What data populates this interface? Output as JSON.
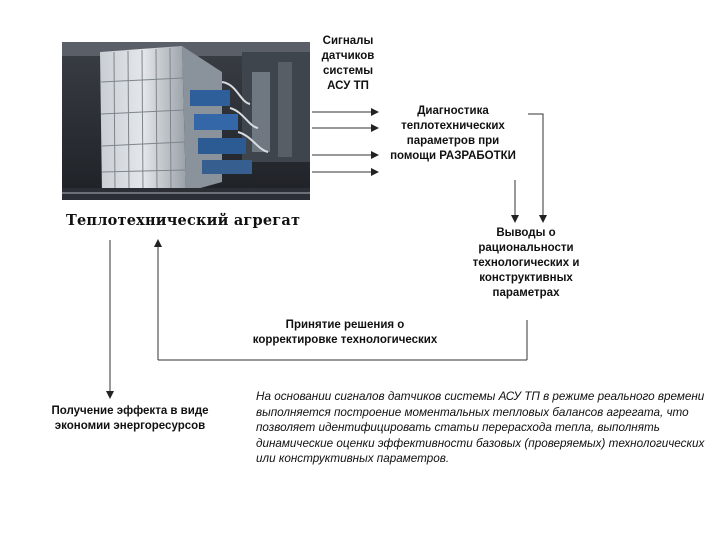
{
  "caption": "Теплотехнический агрегат",
  "labels": {
    "sensor_signals": [
      "Сигналы",
      "датчиков",
      "системы",
      "АСУ ТП"
    ],
    "diagnostics": [
      "Диагностика",
      "теплотехнических",
      "параметров при",
      "помощи РАЗРАБОТКИ"
    ],
    "conclusions": [
      "Выводы о",
      "рациональности",
      "технологических и",
      "конструктивных",
      "параметрах"
    ],
    "decision": [
      "Принятие решения о",
      "корректировке технологических"
    ],
    "effect": [
      "Получение эффекта в виде",
      "экономии энергоресурсов"
    ]
  },
  "description": "На основании сигналов датчиков системы АСУ ТП в режиме реального времени выполняется построение моментальных тепловых балансов агрегата, что позволяет идентифицировать статьи перерасхода тепла, выполнять динамические оценки эффективности базовых (проверяемых) технологических или конструктивных параметров."
}
